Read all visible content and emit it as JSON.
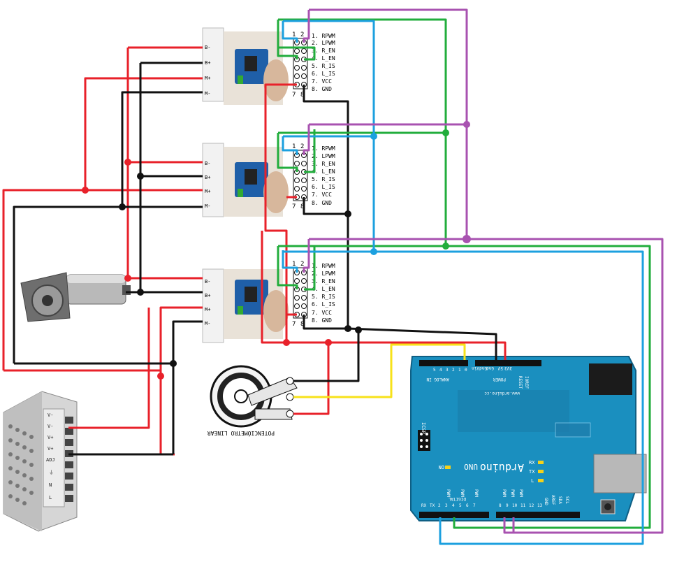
{
  "colors": {
    "red": "#e8212a",
    "black": "#111111",
    "green": "#22ad3c",
    "blue": "#1ca0df",
    "purple": "#a852b0",
    "yellow": "#f7e21a",
    "arduino": "#1a8fbf",
    "board": "#1f5fa8"
  },
  "pin_header": {
    "col_numbers": [
      "1",
      "2"
    ],
    "bottom_numbers": [
      "7",
      "8"
    ],
    "pin_labels": [
      "1. RPWM",
      "2. LPWM",
      "3. R_EN",
      "4. L_EN",
      "5. R_IS",
      "6. L_IS",
      "7. VCC",
      "8. GND"
    ]
  },
  "driver_terminals": [
    "B-",
    "B+",
    "M+",
    "M-"
  ],
  "potentiometer": {
    "label": "POTENCIÓMETRO LINEAR"
  },
  "power_supply": {
    "terminals": [
      "V-",
      "V-",
      "V+",
      "V+",
      "ADJ",
      "⏚",
      "N",
      "L"
    ]
  },
  "arduino": {
    "brand": "Arduino",
    "model": "UNO",
    "website": "www.arduino.cc",
    "power_section": "POWER",
    "power_pins": [
      "IOREF",
      "RESET",
      "3V3",
      "5V",
      "Gnd",
      "Gnd",
      "Vin"
    ],
    "analog_section": "ANALOG IN",
    "analog_pins": [
      "0",
      "1",
      "2",
      "3",
      "4",
      "5"
    ],
    "digital_section": "DIGITAL",
    "digital_pins": [
      "RX",
      "TX",
      "2",
      "3",
      "4",
      "5",
      "6",
      "7",
      "8",
      "9",
      "10",
      "11",
      "12",
      "13",
      "GND",
      "AREF",
      "SDA",
      "SCL"
    ],
    "pwm_label": "PWM",
    "icsp_label": "ICSP",
    "on_label": "ON",
    "led_labels": [
      "RX",
      "TX",
      "L"
    ]
  }
}
